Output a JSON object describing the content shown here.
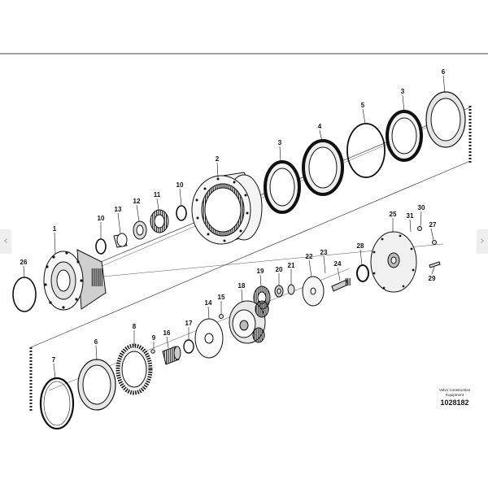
{
  "viewer": {
    "prev_icon": "chevron-left-icon",
    "next_icon": "chevron-right-icon",
    "prev_glyph": "‹",
    "next_glyph": "›"
  },
  "caption": {
    "brand": "Volvo Construction",
    "sub": "Equipment",
    "drawing_number": "1028182"
  },
  "callouts": [
    "1",
    "2",
    "3",
    "3",
    "4",
    "5",
    "6",
    "6",
    "7",
    "8",
    "9",
    "10",
    "10",
    "11",
    "12",
    "13",
    "14",
    "15",
    "16",
    "17",
    "18",
    "19",
    "20",
    "21",
    "22",
    "23",
    "24",
    "25",
    "26",
    "27",
    "28",
    "29",
    "30",
    "31"
  ]
}
